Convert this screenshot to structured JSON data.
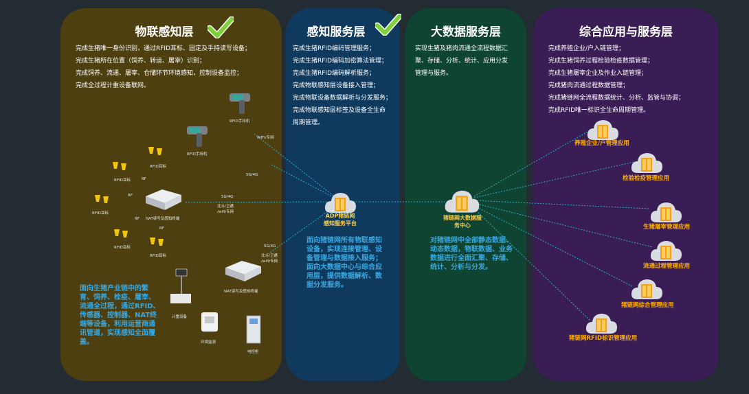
{
  "col1": {
    "title": "物联感知层",
    "lines": [
      "完成生猪唯一身份识别，通过RFID耳标、固定及手持读写设备；",
      "完成生猪所在位置（饲养、转运、屠宰）识别；",
      "完成饲养、流通、屠宰、仓储环节环境感知，控制设备监控；",
      "完成全过程计重设备联网。"
    ],
    "summary": "面向生猪产业链中的繁育、饲养、检疫、屠宰、流通全过程，通过RFID、传感器、控制器、NAT终端等设备，利用运营商通讯管道，实现感知全面覆盖。",
    "labels": {
      "rfid_handheld_1": "RFID手持机",
      "rfid_handheld_2": "RFID手持机",
      "wifi": "WIFI/专网",
      "g5_1": "5G/4G",
      "g5_2": "5G/4G",
      "g5_3": "5G/4G",
      "beidou_1a": "北斗/卫通",
      "beidou_1b": "/wifi/专网",
      "beidou_2a": "北斗/卫通",
      "beidou_2b": "/wifi/专网",
      "nat_1": "NAT读写及感知终端",
      "nat_2": "NAT读写及感知终端",
      "ear_1": "RFID耳标",
      "ear_2": "RFID耳标",
      "ear_3": "RFID耳标",
      "ear_4": "RFID耳标",
      "ear_5": "RFID耳标",
      "rf_1": "RF",
      "rf_2": "RF",
      "rf_3": "RF",
      "rf_4": "RF",
      "scale": "计重设备",
      "env": "环境监测",
      "cabinet": "电控柜"
    }
  },
  "col2": {
    "title": "感知服务层",
    "lines": [
      "完成生猪RFID编码管理服务；",
      "完成生猪RFID编码加密算法管理；",
      "完成生猪RFID编码解析服务；",
      "完成物联感知层设备接入管理；",
      "完成物联设备数据解析与分发服务；",
      "完成物联感知层标签及设备全生命",
      "周期管理。"
    ],
    "hub_line1": "ADP猪链网",
    "hub_line2": "感知服务平台",
    "summary": "面向猪链网所有物联感知设备，实现连接管理、设备管理与数据接入服务；面向大数据中心与综合应用层，提供数据解析、数据分发服务。"
  },
  "col3": {
    "title": "大数据服务层",
    "lines": [
      "实现生猪及猪肉流通全流程数据汇",
      "聚、存储、分析、统计、应用分发",
      "管理与服务。"
    ],
    "hub_line1": "猪链网大数据服",
    "hub_line2": "务中心",
    "summary": "对猪链网中全部静态数据、动态数据，物联数据、业务数据进行全面汇聚、存储、统计、分析与分发。"
  },
  "col4": {
    "title": "综合应用与服务层",
    "lines": [
      "完成养殖企业/户入链管理；",
      "完成生猪饲养过程检验检疫数据管理；",
      "完成生猪屠宰企业及作业入链管理；",
      "完成猪肉流通过程数据管理；",
      "完成猪链网全流程数据统计、分析、监管与协调；",
      "完成RFID唯一标识全生命周期管理。"
    ],
    "apps": [
      "养殖企业/户管理应用",
      "检验检疫管理应用",
      "生猪屠宰管理应用",
      "流通过程管理应用",
      "猪链网综合管理应用",
      "猪链网RFID标识管理应用"
    ]
  },
  "colors": {
    "col1": "#4d3f10",
    "col2": "#0f3a5e",
    "col3": "#0e4431",
    "col4": "#3b1d56",
    "check": "#7fd13b",
    "cyan": "#3aa8e0",
    "orange": "#ffb000"
  }
}
